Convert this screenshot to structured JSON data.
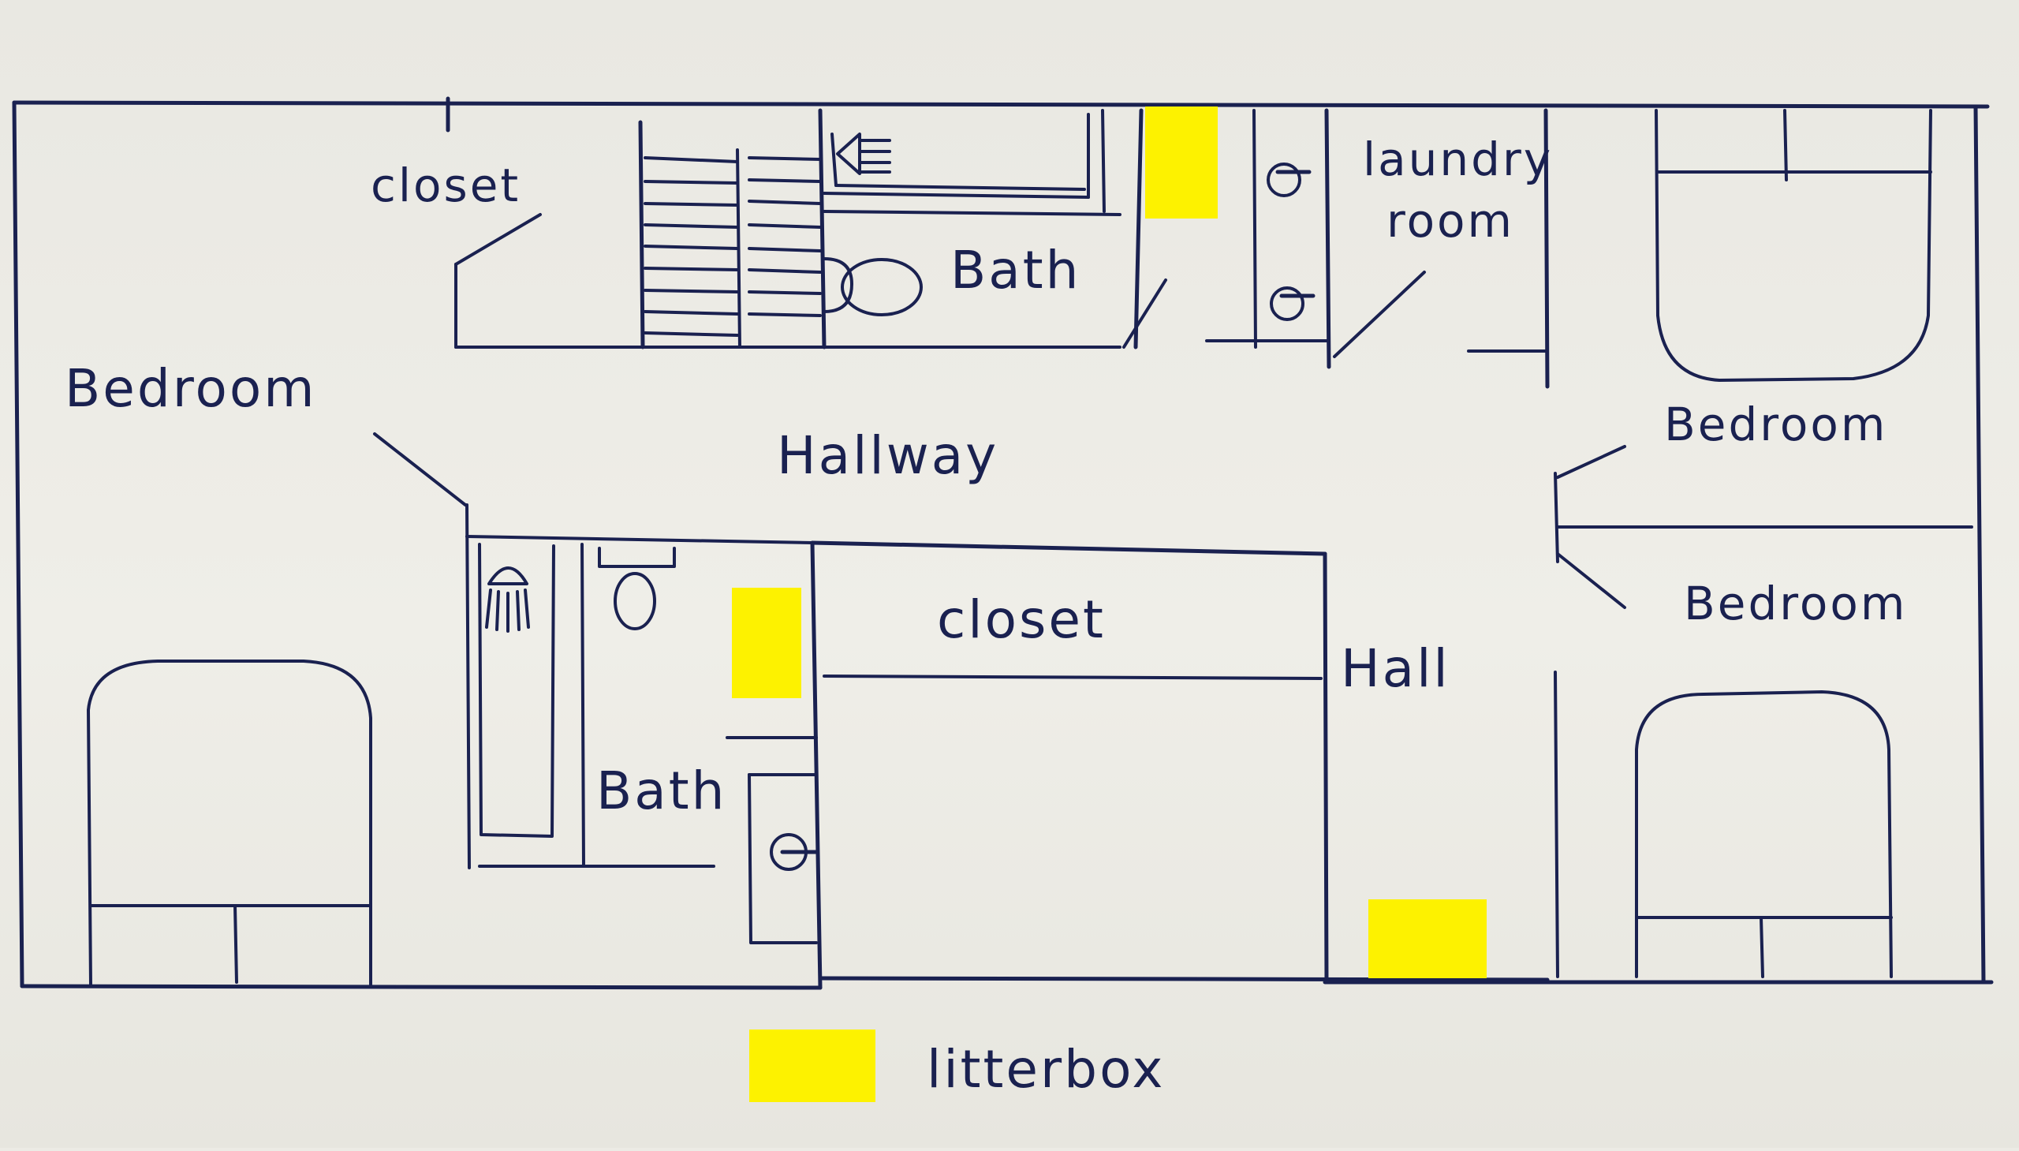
{
  "plan": {
    "rooms": {
      "closet_top": "closet",
      "bath_top": "Bath",
      "laundry_line1": "laundry",
      "laundry_line2": "room",
      "bedroom_left": "Bedroom",
      "hallway": "Hallway",
      "bedroom_right_top": "Bedroom",
      "bedroom_right_bottom": "Bedroom",
      "closet_middle": "closet",
      "hall": "Hall",
      "bath_bottom": "Bath"
    },
    "legend": {
      "litterbox": "litterbox"
    },
    "colors": {
      "ink": "#1a2150",
      "marker": "#fdf200",
      "paper": "#ecebe5"
    },
    "icons": [
      "shower-icon",
      "toilet-icon",
      "sink-icon",
      "bed-icon",
      "stairs-icon",
      "door-swing-icon",
      "litterbox-marker"
    ]
  }
}
